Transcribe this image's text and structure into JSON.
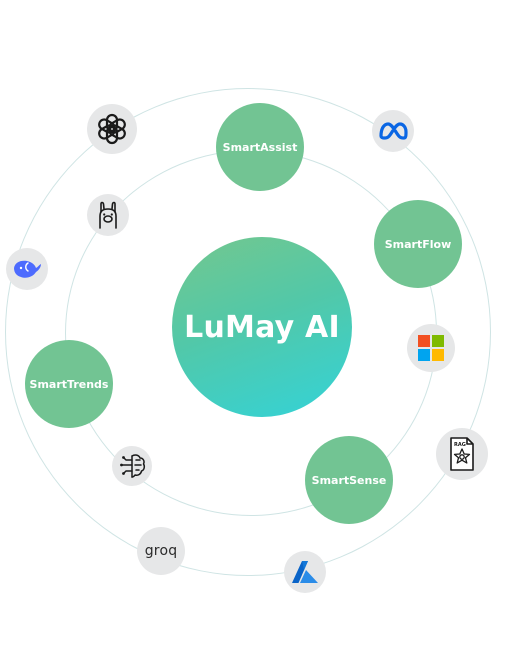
{
  "diagram": {
    "center": {
      "title": "LuMay AI"
    },
    "modules": [
      {
        "label": "SmartAssist"
      },
      {
        "label": "SmartFlow"
      },
      {
        "label": "SmartTrends"
      },
      {
        "label": "SmartSense"
      }
    ],
    "integrations": [
      {
        "icon": "openai-icon"
      },
      {
        "icon": "meta-icon"
      },
      {
        "icon": "ollama-icon"
      },
      {
        "icon": "deepseek-icon"
      },
      {
        "icon": "microsoft-icon"
      },
      {
        "icon": "rag-document-icon",
        "text": "RAG"
      },
      {
        "icon": "brain-circuit-icon"
      },
      {
        "icon": "groq-icon",
        "text": "groq"
      },
      {
        "icon": "azure-icon"
      }
    ],
    "colors": {
      "module": "#72c493",
      "core_start": "#74c78e",
      "core_end": "#33d3d8",
      "orbit": "#cfe4e4",
      "logo_bg": "#e6e7e8"
    }
  }
}
